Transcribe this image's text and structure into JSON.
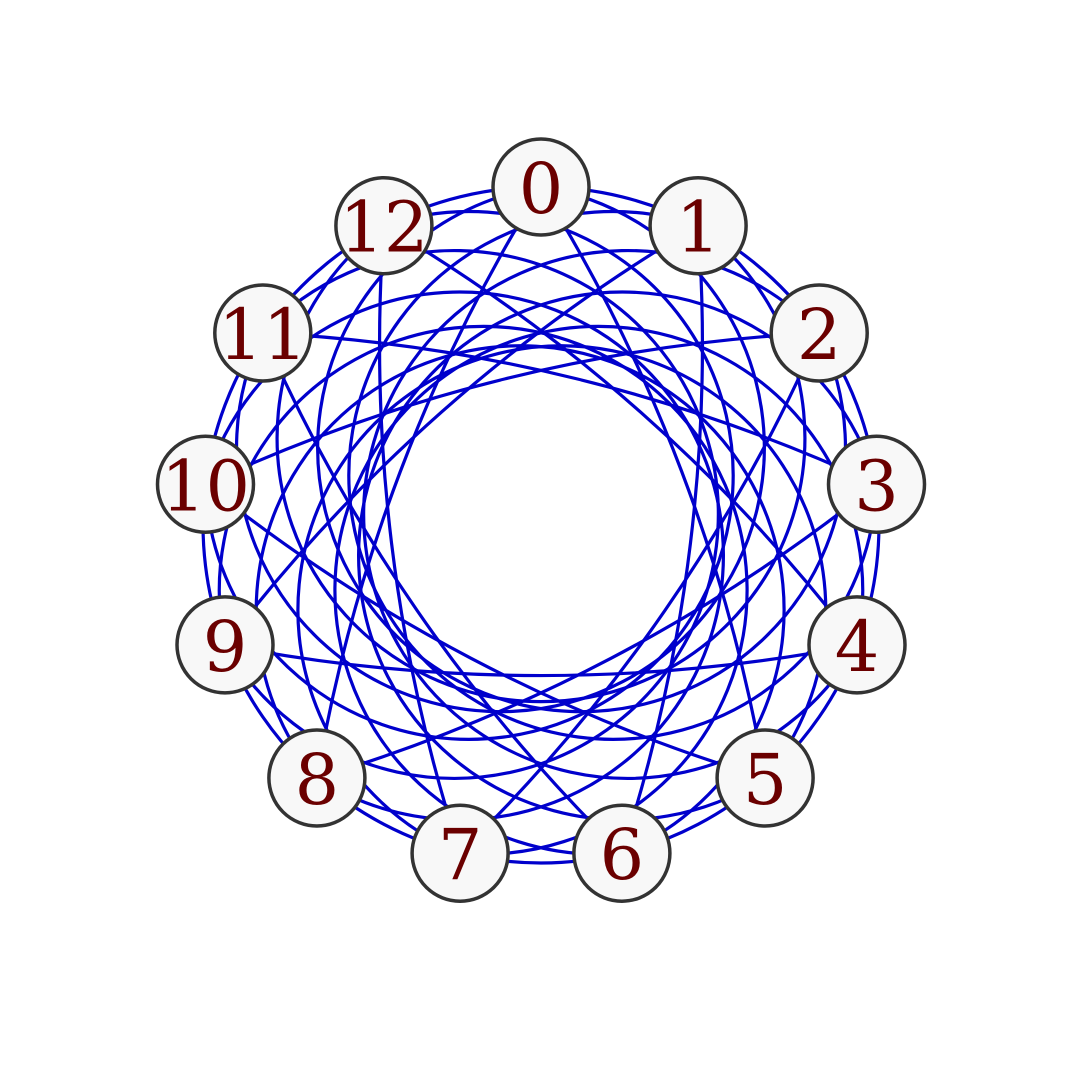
{
  "colors": {
    "edge": "#0000cc",
    "node_fill": "#f8f8f8",
    "node_stroke": "#333333",
    "label": "#6b0000",
    "background": "#ffffff"
  },
  "nodes": [
    {
      "label": "0"
    },
    {
      "label": "1"
    },
    {
      "label": "2"
    },
    {
      "label": "3"
    },
    {
      "label": "4"
    },
    {
      "label": "5"
    },
    {
      "label": "6"
    },
    {
      "label": "7"
    },
    {
      "label": "8"
    },
    {
      "label": "9"
    },
    {
      "label": "10"
    },
    {
      "label": "11"
    },
    {
      "label": "12"
    }
  ],
  "edges": {
    "adjacent_arcs": [
      [
        0,
        1
      ],
      [
        1,
        2
      ],
      [
        2,
        3
      ],
      [
        3,
        4
      ],
      [
        4,
        5
      ],
      [
        5,
        6
      ],
      [
        6,
        7
      ],
      [
        7,
        8
      ],
      [
        8,
        9
      ],
      [
        9,
        10
      ],
      [
        10,
        11
      ],
      [
        11,
        12
      ],
      [
        12,
        0
      ]
    ],
    "outer_loops_step_2": [
      [
        0,
        2
      ],
      [
        1,
        3
      ],
      [
        2,
        4
      ],
      [
        3,
        5
      ],
      [
        4,
        6
      ],
      [
        5,
        7
      ],
      [
        6,
        8
      ],
      [
        7,
        9
      ],
      [
        8,
        10
      ],
      [
        9,
        11
      ],
      [
        10,
        12
      ],
      [
        11,
        0
      ],
      [
        12,
        1
      ]
    ],
    "chords_step_5": [
      [
        0,
        5
      ],
      [
        1,
        6
      ],
      [
        2,
        7
      ],
      [
        3,
        8
      ],
      [
        4,
        9
      ],
      [
        5,
        10
      ],
      [
        6,
        11
      ],
      [
        7,
        12
      ],
      [
        8,
        0
      ],
      [
        9,
        1
      ],
      [
        10,
        2
      ],
      [
        11,
        3
      ],
      [
        12,
        4
      ]
    ]
  }
}
